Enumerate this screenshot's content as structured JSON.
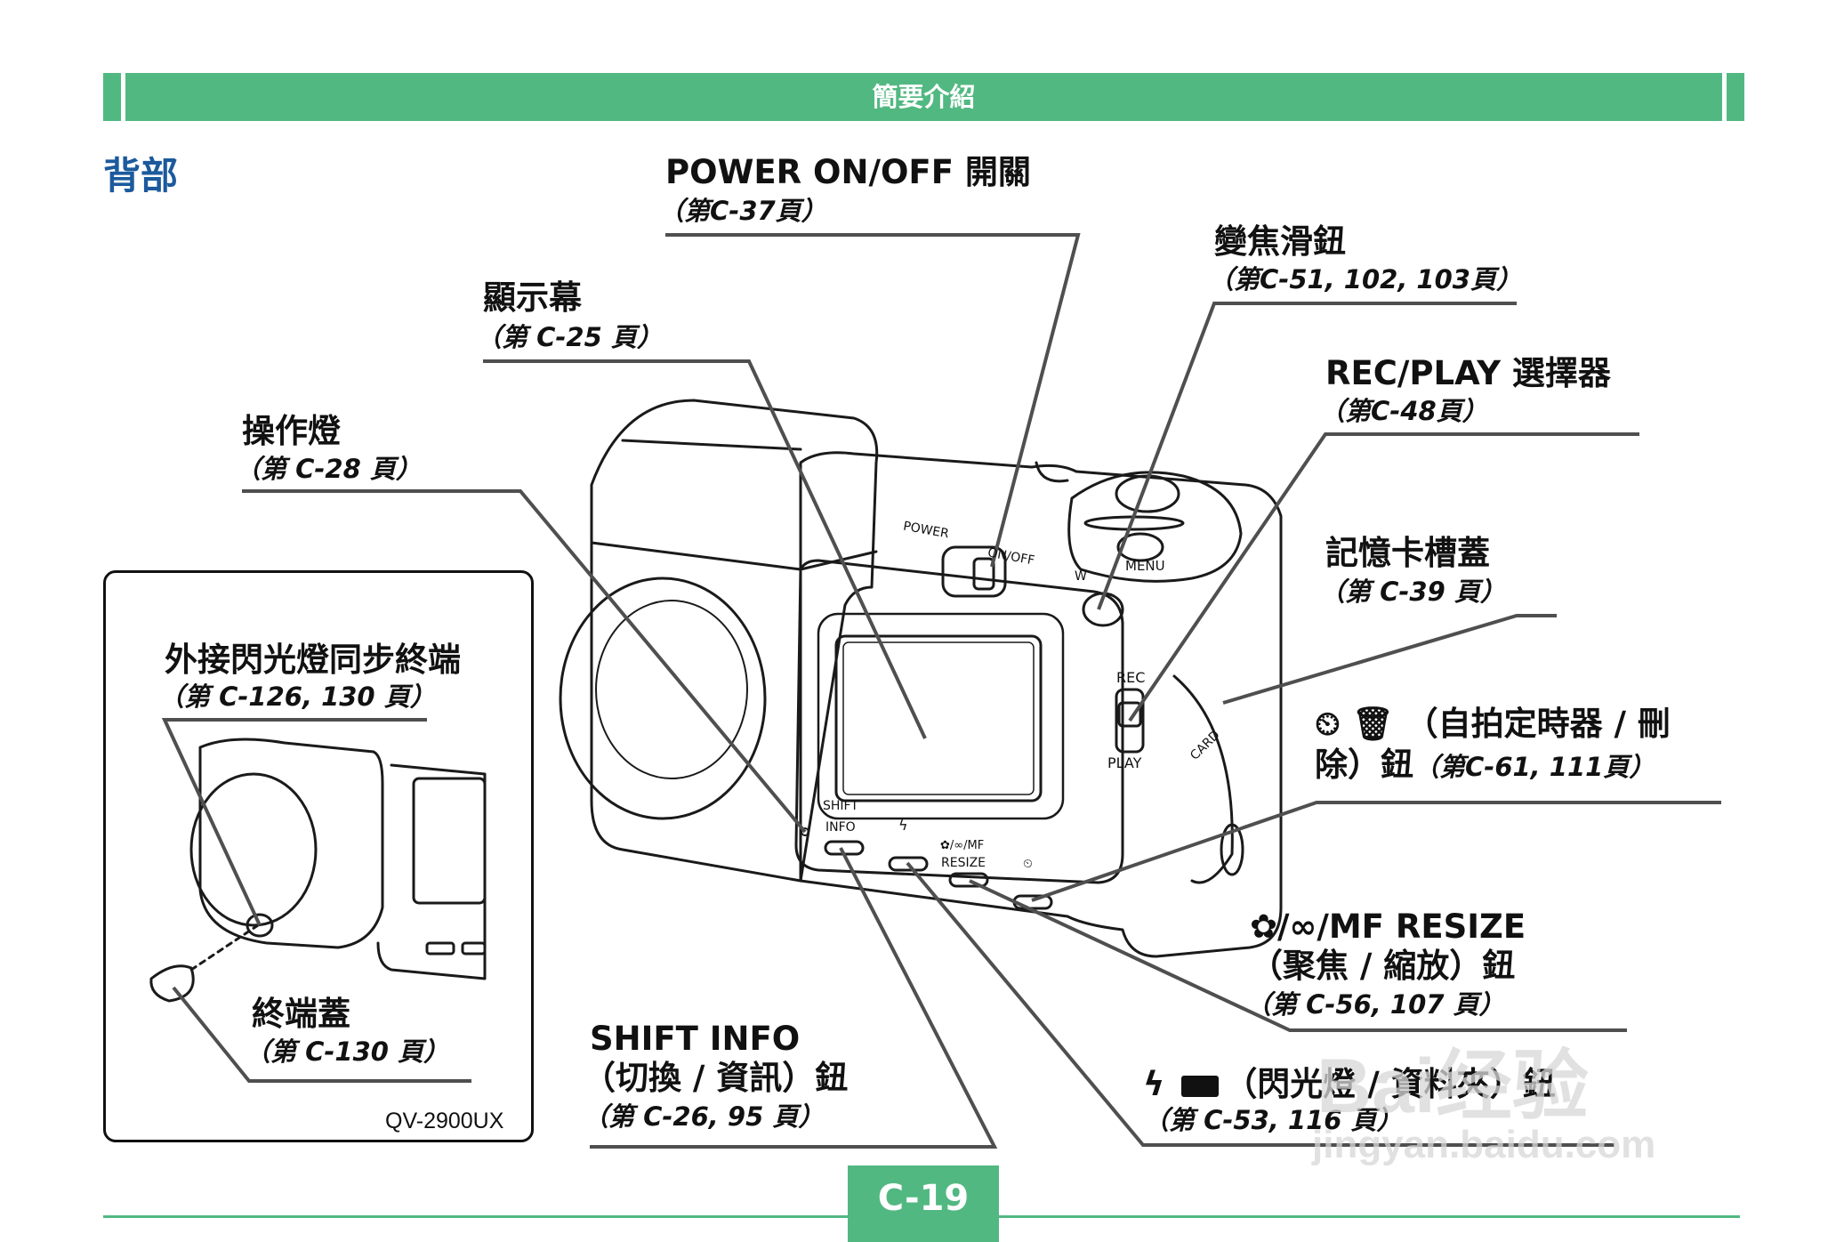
{
  "header": {
    "title": "簡要介紹"
  },
  "section": {
    "title": "背部"
  },
  "labels": {
    "power": {
      "name": "POWER ON/OFF 開關",
      "ref": "（第C-37頁）"
    },
    "zoom": {
      "name": "變焦滑鈕",
      "ref": "（第C-51, 102, 103頁）"
    },
    "monitor": {
      "name": "顯示幕",
      "ref": "（第 C-25 頁）"
    },
    "recplay": {
      "name": "REC/PLAY 選擇器",
      "ref": "（第C-48頁）"
    },
    "oplamp": {
      "name": "操作燈",
      "ref": "（第 C-28 頁）"
    },
    "cardcover": {
      "name": "記憶卡槽蓋",
      "ref": "（第 C-39 頁）"
    },
    "selftimer": {
      "line1": "（自拍定時器 / 刪",
      "line2": "除）鈕",
      "ref": "（第C-61, 111頁）"
    },
    "macro": {
      "line1": "/∞/MF RESIZE",
      "line2": "（聚焦 / 縮放）鈕",
      "ref": "（第 C-56, 107 頁）"
    },
    "flash": {
      "name": "（閃光燈 / 資料夾）鈕",
      "ref": "（第 C-53, 116 頁）"
    },
    "shift": {
      "line1": "SHIFT INFO",
      "line2": "（切換 / 資訊）鈕",
      "ref": "（第 C-26, 95 頁）"
    },
    "sync": {
      "name": "外接閃光燈同步終端",
      "ref": "（第 C-126, 130 頁）"
    },
    "termcover": {
      "name": "終端蓋",
      "ref": "（第 C-130 頁）"
    }
  },
  "inset": {
    "model": "QV-2900UX"
  },
  "camera_text": {
    "power": "POWER",
    "onoff": "ON/OFF",
    "menu": "MENU",
    "rec": "REC",
    "play": "PLAY",
    "card": "CARD",
    "shift": "SHIFT",
    "info": "INFO",
    "mf": "/∞/MF",
    "resize": "RESIZE",
    "w": "W"
  },
  "footer": {
    "page": "C-19"
  },
  "watermark": {
    "brand": "Bai经验",
    "url": "jingyan.baidu.com"
  }
}
